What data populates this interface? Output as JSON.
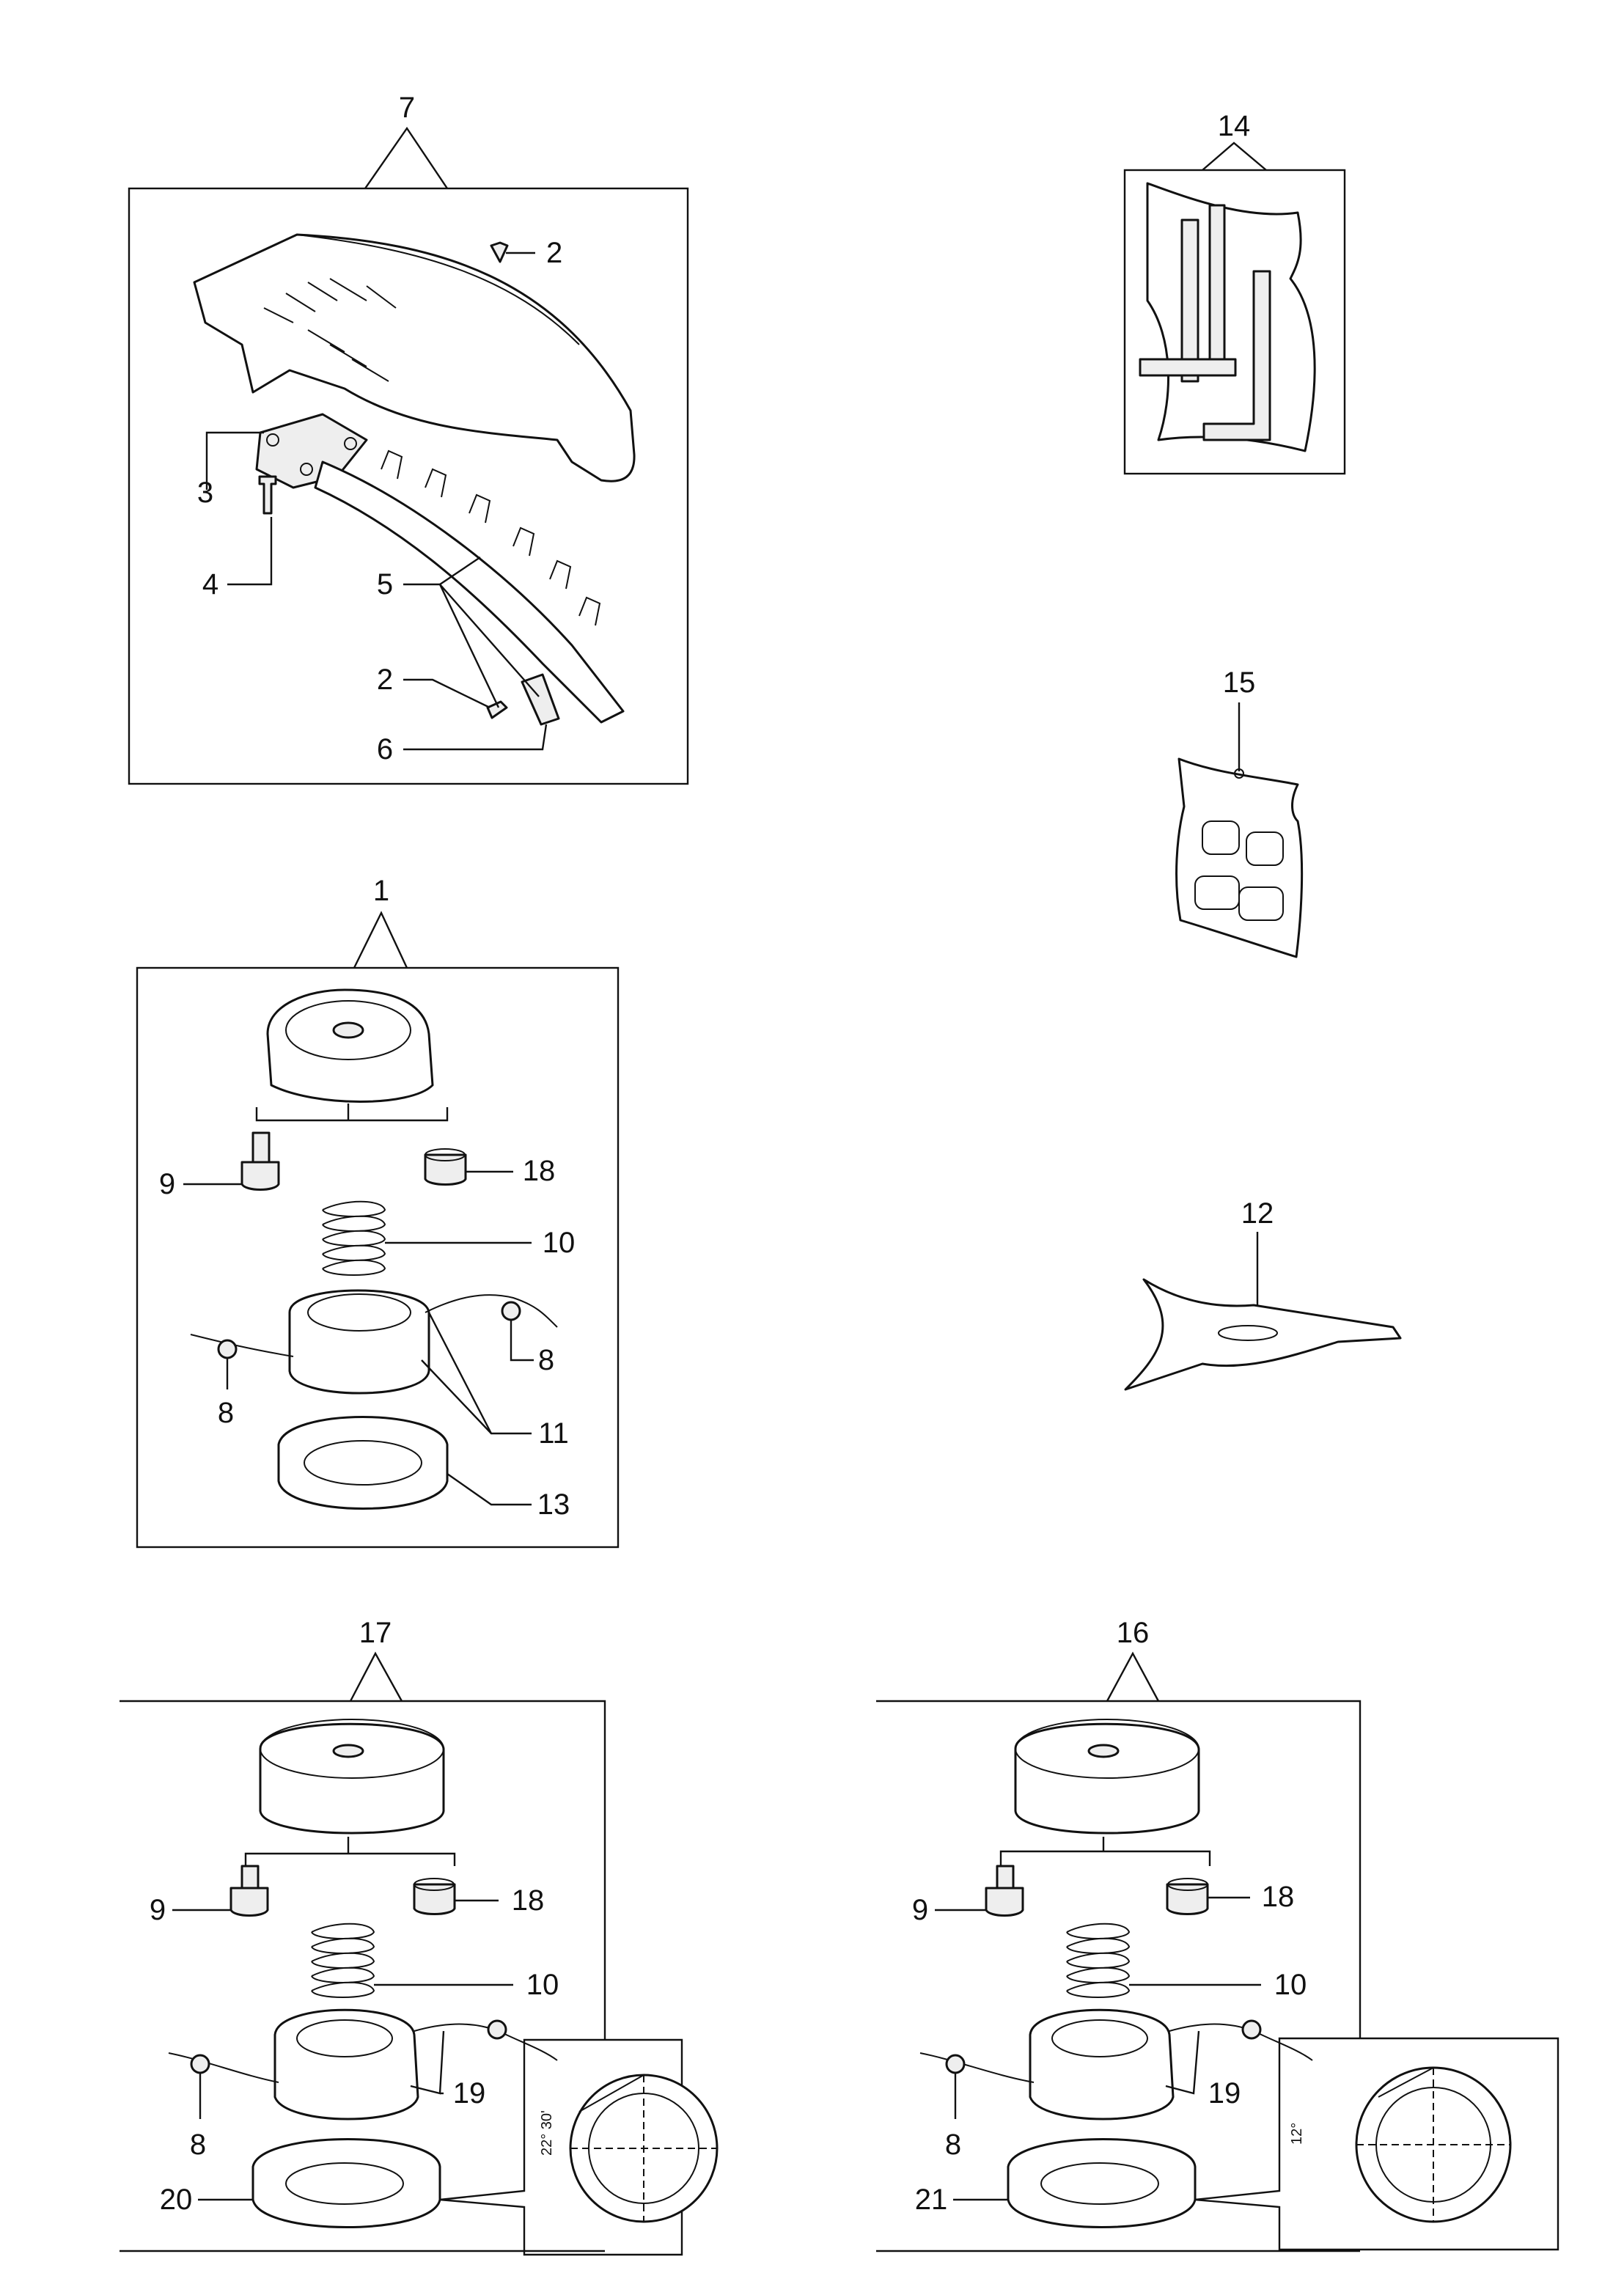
{
  "groups": {
    "g7": {
      "title": "7",
      "callouts": [
        "2",
        "3",
        "4",
        "5",
        "2",
        "6"
      ]
    },
    "g14": {
      "title": "14"
    },
    "g15": {
      "title": "15"
    },
    "g1": {
      "title": "1",
      "callouts": [
        "9",
        "18",
        "10",
        "8",
        "8",
        "11",
        "13"
      ]
    },
    "g12": {
      "title": "12"
    },
    "g17": {
      "title": "17",
      "callouts": [
        "9",
        "18",
        "10",
        "8",
        "19",
        "20"
      ],
      "detail_angle": "22° 30'"
    },
    "g16": {
      "title": "16",
      "callouts": [
        "9",
        "18",
        "10",
        "8",
        "19",
        "21"
      ],
      "detail_angle": "12°"
    }
  }
}
